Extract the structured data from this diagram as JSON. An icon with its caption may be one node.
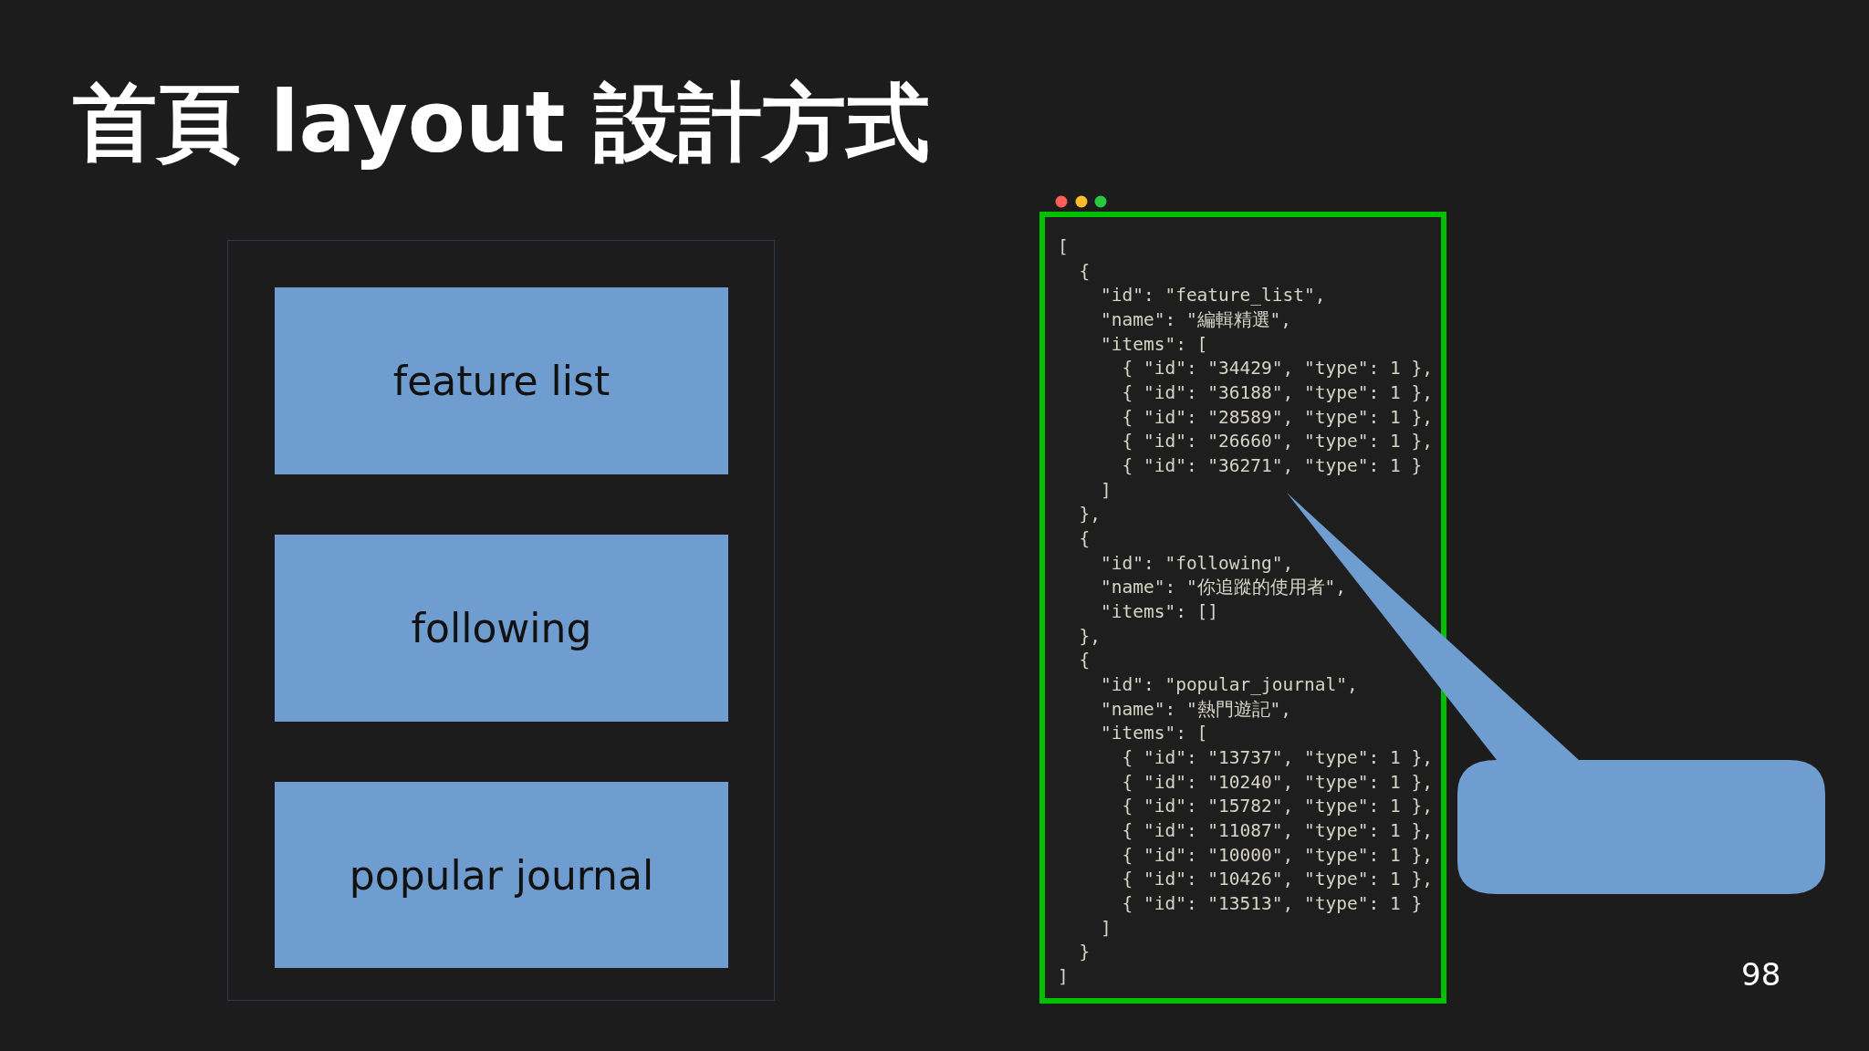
{
  "diagram": {
    "title": "首頁 layout 設計方式",
    "nodes": [
      {
        "text": [],
        "shape": "box"
      },
      {
        "text": [
          "feature list"
        ],
        "in": 0
      },
      {
        "text": [
          "following"
        ],
        "in": 0
      },
      {
        "text": [
          "popular journal"
        ],
        "in": 0
      },
      {
        "text": [
          "[",
          "  {",
          "    \"id\": \"feature_list\",",
          "    \"name\": \"編輯精選\",",
          "    \"items\": [",
          "      { \"id\": \"34429\", \"type\": 1 },",
          "      { \"id\": \"36188\", \"type\": 1 },",
          "      { \"id\": \"28589\", \"type\": 1 },",
          "      { \"id\": \"26660\", \"type\": 1 },",
          "      { \"id\": \"36271\", \"type\": 1 }",
          "    ]",
          "  },",
          "  {",
          "    \"id\": \"following\",",
          "    \"name\": \"你追蹤的使用者\",",
          "    \"items\": []",
          "  },",
          "  {",
          "    \"id\": \"popular_journal\",",
          "    \"name\": \"熱門遊記\",",
          "    \"items\": [",
          "      { \"id\": \"13737\", \"type\": 1 },",
          "      { \"id\": \"10240\", \"type\": 1 },",
          "      { \"id\": \"15782\", \"type\": 1 },",
          "      { \"id\": \"11087\", \"type\": 1 },",
          "      { \"id\": \"10000\", \"type\": 1 },",
          "      { \"id\": \"10426\", \"type\": 1 },",
          "      { \"id\": \"13513\", \"type\": 1 }",
          "    ]",
          "  }",
          "]"
        ]
      },
      {
        "text": [],
        "shape": "callout"
      }
    ],
    "labels": [
      "98"
    ]
  }
}
